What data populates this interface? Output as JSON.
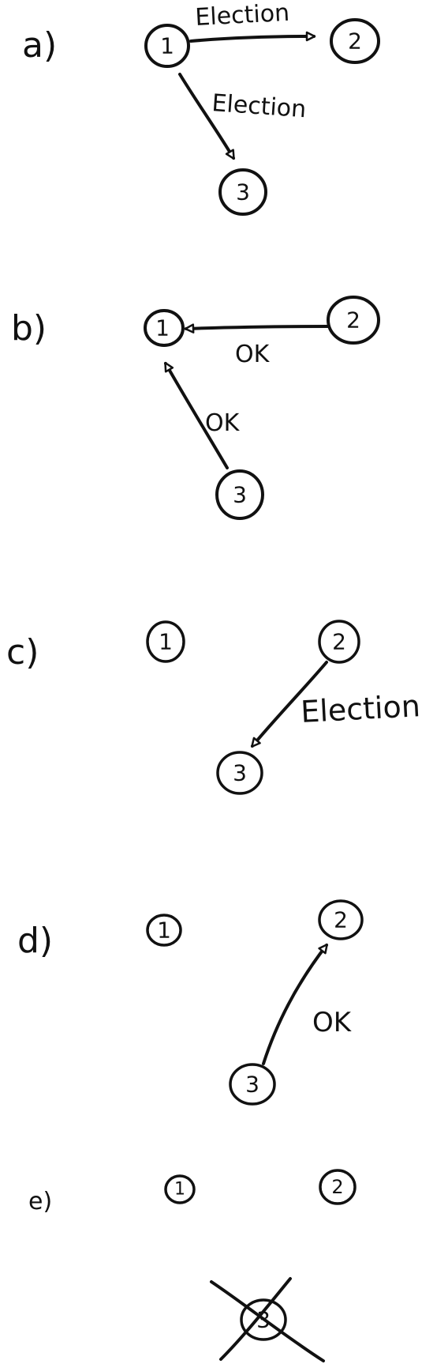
{
  "panels": [
    {
      "label": "a)",
      "nodes": [
        "1",
        "2",
        "3"
      ],
      "edges": [
        {
          "from": "1",
          "to": "2",
          "label": "Election"
        },
        {
          "from": "1",
          "to": "3",
          "label": "Election"
        }
      ]
    },
    {
      "label": "b)",
      "nodes": [
        "1",
        "2",
        "3"
      ],
      "edges": [
        {
          "from": "2",
          "to": "1",
          "label": "OK"
        },
        {
          "from": "3",
          "to": "1",
          "label": "OK"
        }
      ]
    },
    {
      "label": "c)",
      "nodes": [
        "1",
        "2",
        "3"
      ],
      "edges": [
        {
          "from": "2",
          "to": "3",
          "label": "Election"
        }
      ]
    },
    {
      "label": "d)",
      "nodes": [
        "1",
        "2",
        "3"
      ],
      "edges": [
        {
          "from": "3",
          "to": "2",
          "label": "OK"
        }
      ]
    },
    {
      "label": "e)",
      "nodes": [
        "1",
        "2",
        "3"
      ],
      "crashed_node": "3",
      "edges": []
    }
  ]
}
